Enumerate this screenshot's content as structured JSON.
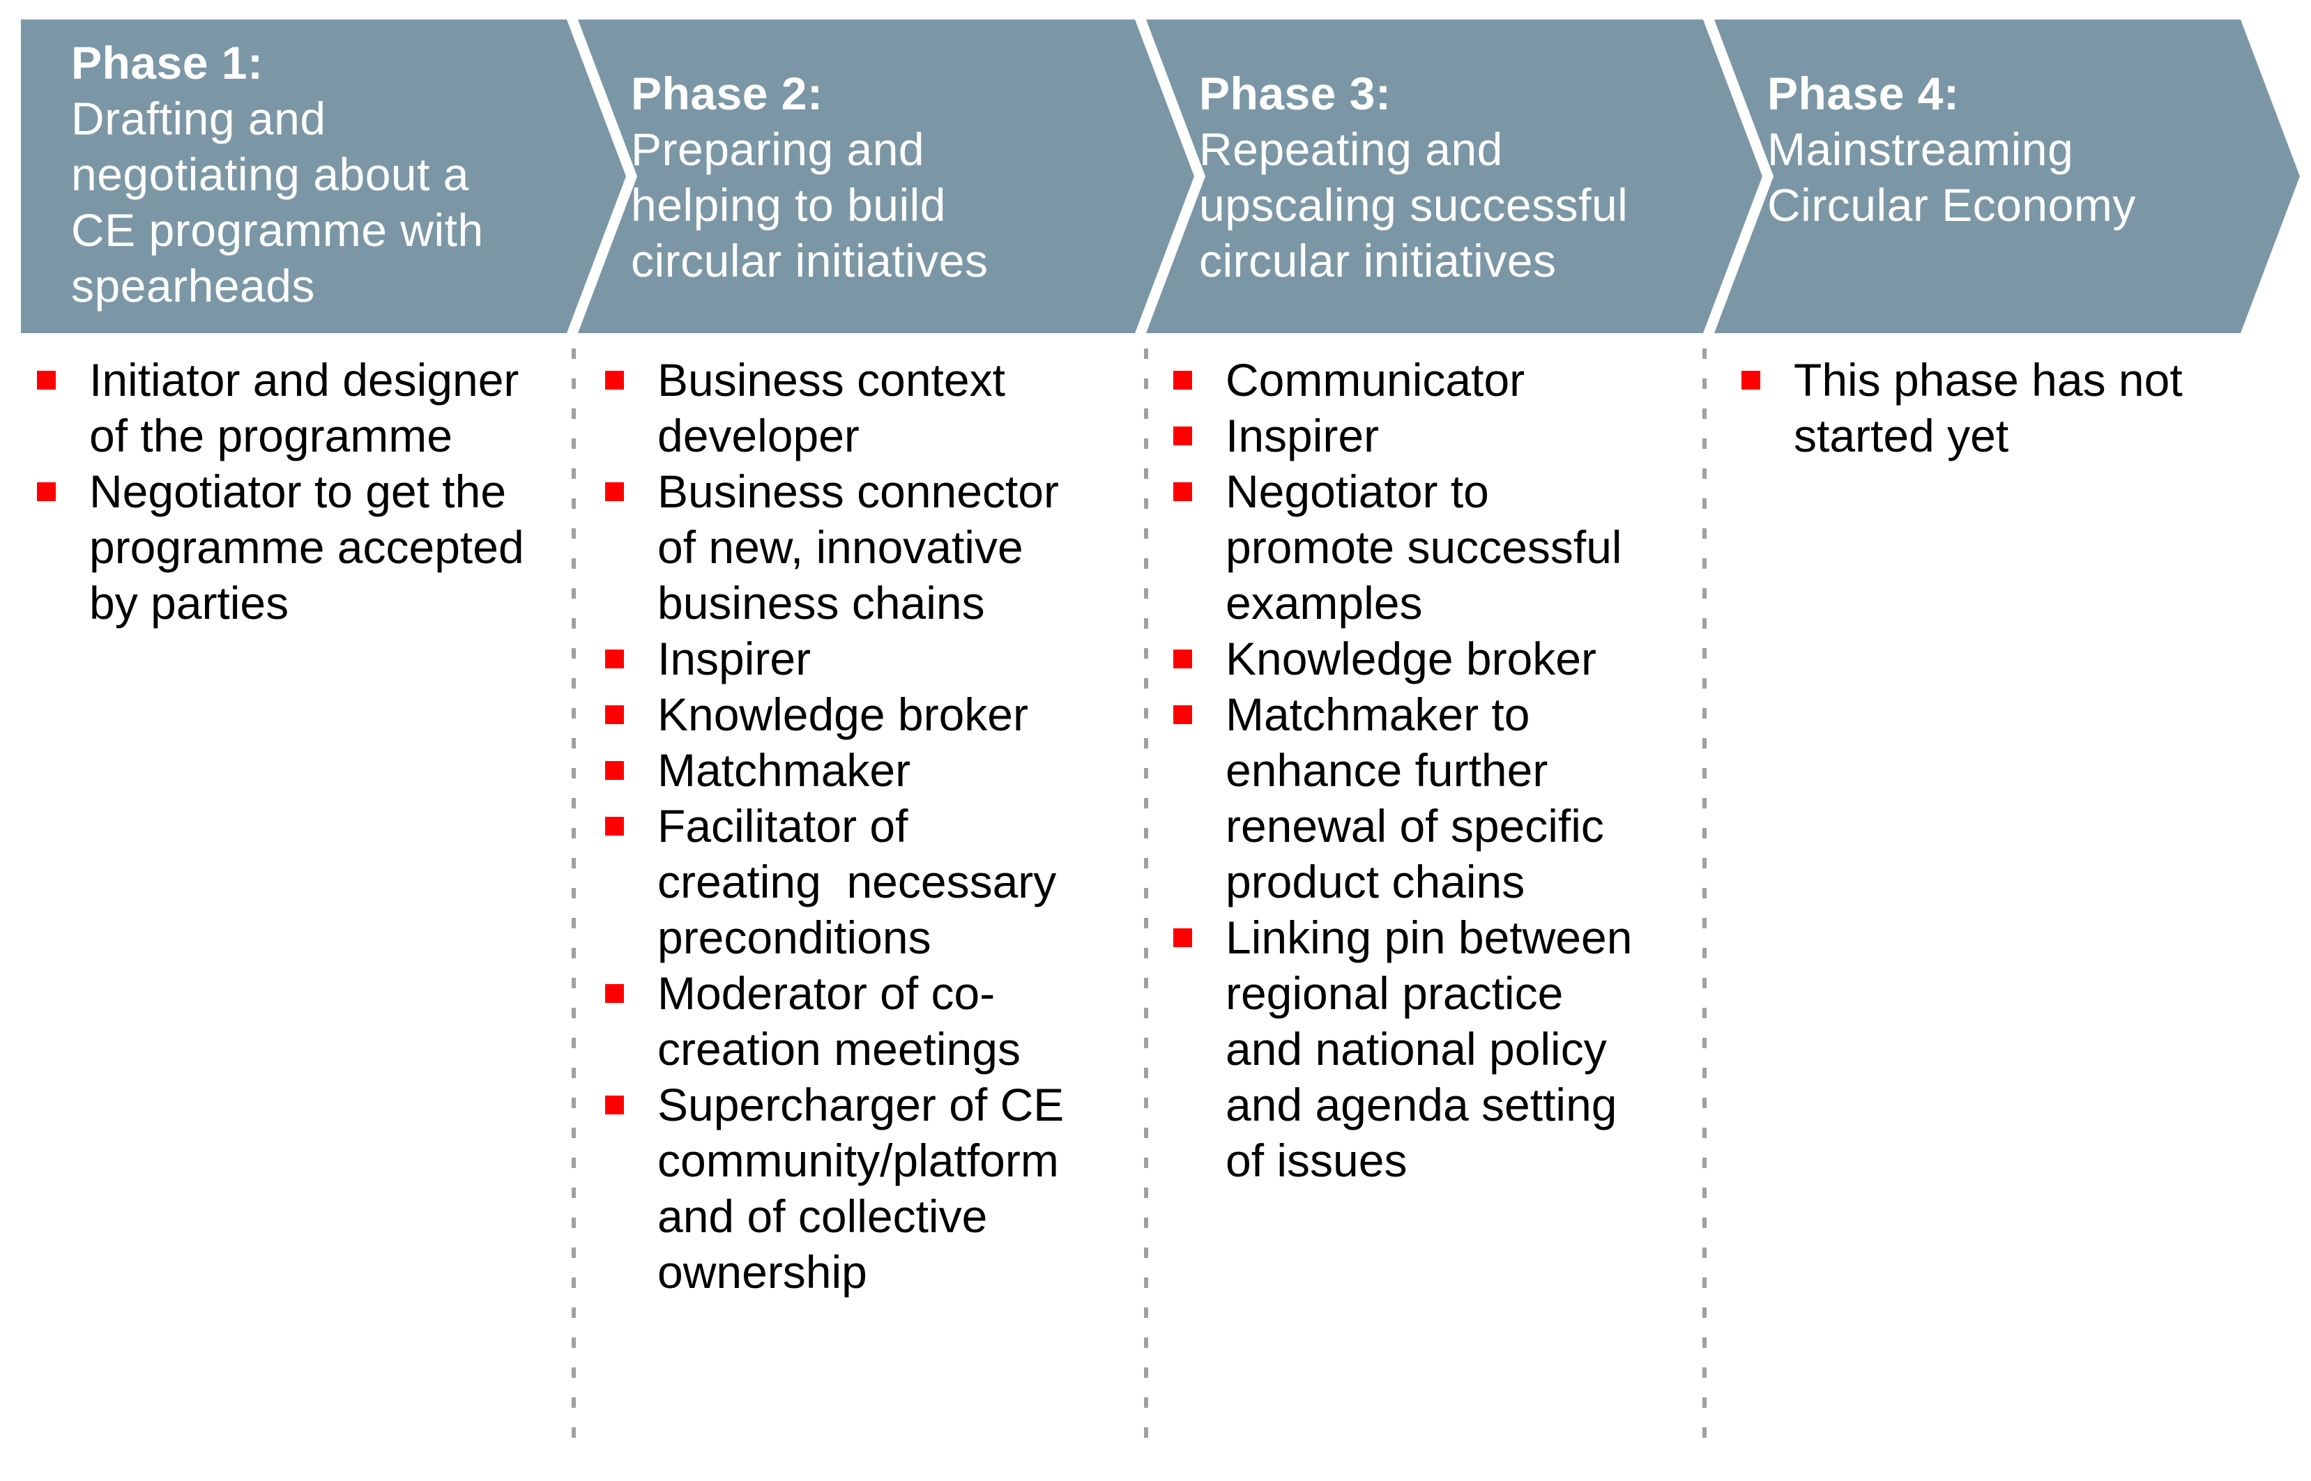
{
  "diagram": {
    "colors": {
      "arrow_fill": "#7b97a6",
      "header_text": "#ffffff",
      "bullet_square": "#ff0000",
      "body_text": "#000000",
      "divider": "#a0a0a0",
      "background": "#ffffff"
    },
    "phases": [
      {
        "title": "Phase 1:",
        "subtitle_lines": [
          "Drafting and",
          "negotiating about a",
          "CE programme with",
          "spearheads"
        ],
        "bullets": [
          [
            "Initiator and designer",
            "of the programme"
          ],
          [
            "Negotiator to get the",
            "programme accepted",
            "by parties"
          ]
        ]
      },
      {
        "title": "Phase 2:",
        "subtitle_lines": [
          "Preparing and",
          "helping to build",
          "circular initiatives"
        ],
        "bullets": [
          [
            "Business context",
            "developer"
          ],
          [
            "Business connector",
            "of new, innovative",
            "business chains"
          ],
          [
            "Inspirer"
          ],
          [
            "Knowledge broker"
          ],
          [
            "Matchmaker"
          ],
          [
            "Facilitator of",
            "creating  necessary",
            "preconditions"
          ],
          [
            "Moderator of co-",
            "creation meetings"
          ],
          [
            "Supercharger of CE",
            "community/platform",
            "and of collective",
            "ownership"
          ]
        ]
      },
      {
        "title": "Phase 3:",
        "subtitle_lines": [
          "Repeating and",
          "upscaling successful",
          "circular initiatives"
        ],
        "bullets": [
          [
            "Communicator"
          ],
          [
            "Inspirer"
          ],
          [
            "Negotiator to",
            "promote successful",
            "examples"
          ],
          [
            "Knowledge broker"
          ],
          [
            "Matchmaker to",
            "enhance further",
            "renewal of specific",
            "product chains"
          ],
          [
            "Linking pin between",
            "regional practice",
            "and national policy",
            "and agenda setting",
            "of issues"
          ]
        ]
      },
      {
        "title": "Phase 4:",
        "subtitle_lines": [
          "Mainstreaming",
          "Circular Economy"
        ],
        "bullets": [
          [
            "This phase has not",
            "started yet"
          ]
        ]
      }
    ]
  }
}
